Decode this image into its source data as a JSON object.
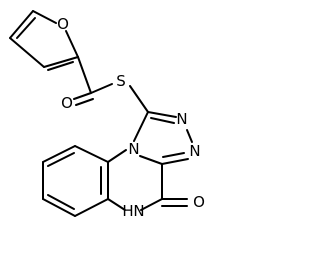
{
  "molecule": {
    "atom_labels": {
      "furan_oxygen": "O",
      "carbonyl_oxygen": "O",
      "thioester_sulfur": "S",
      "triazole_n_fused": "N",
      "triazole_n_upper": "N",
      "triazole_n_lower": "N",
      "amide_nh": "NH",
      "amide_h": "H",
      "amide_n": "N",
      "amide_oxygen": "O"
    }
  }
}
